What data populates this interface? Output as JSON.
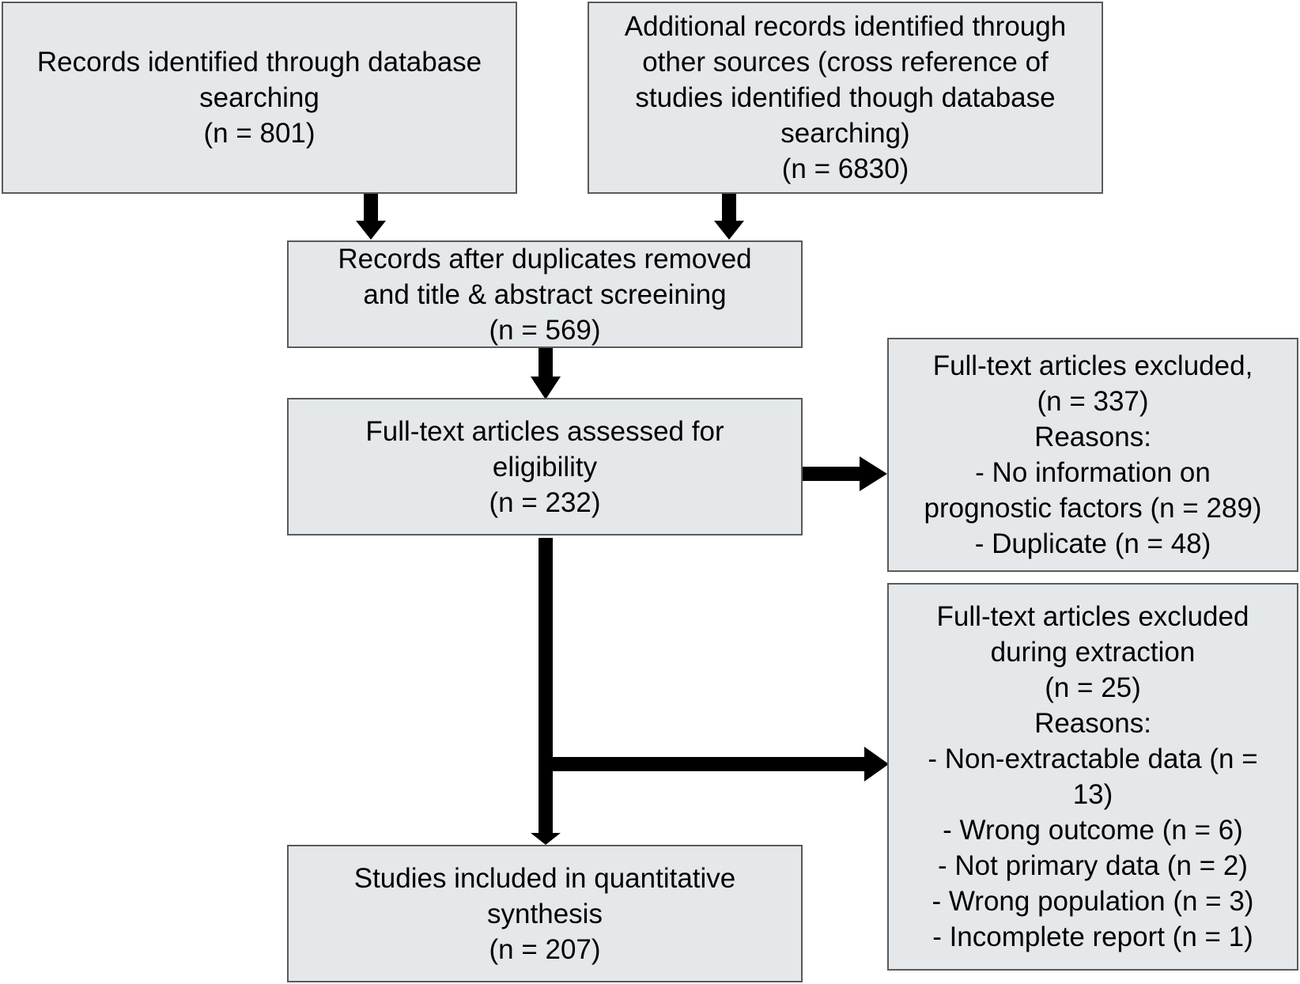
{
  "flowchart": {
    "box_db": {
      "lines": [
        "Records identified through database",
        "searching",
        "(n = 801)"
      ]
    },
    "box_other": {
      "lines": [
        "Additional records identified through",
        "other sources (cross reference of",
        "studies identified though database",
        "searching)",
        "(n = 6830)"
      ]
    },
    "box_dedup": {
      "lines": [
        "Records after duplicates removed",
        "and title & abstract screeining",
        "(n = 569)"
      ]
    },
    "box_fulltext": {
      "lines": [
        "Full-text articles assessed for",
        "eligibility",
        "(n =  232)"
      ]
    },
    "box_excluded": {
      "lines": [
        "Full-text articles excluded,",
        "(n = 337)",
        "Reasons:",
        "- No information on",
        "prognostic factors (n = 289)",
        "- Duplicate (n = 48)"
      ]
    },
    "box_extraction": {
      "lines": [
        "Full-text articles excluded",
        "during extraction",
        "(n = 25)",
        "Reasons:",
        "- Non-extractable data (n =",
        "13)",
        "- Wrong outcome (n = 6)",
        "- Not primary data (n = 2)",
        "- Wrong population (n = 3)",
        "- Incomplete report (n = 1)"
      ]
    },
    "box_included": {
      "lines": [
        "Studies included in quantitative",
        "synthesis",
        "(n =  207)"
      ]
    }
  }
}
